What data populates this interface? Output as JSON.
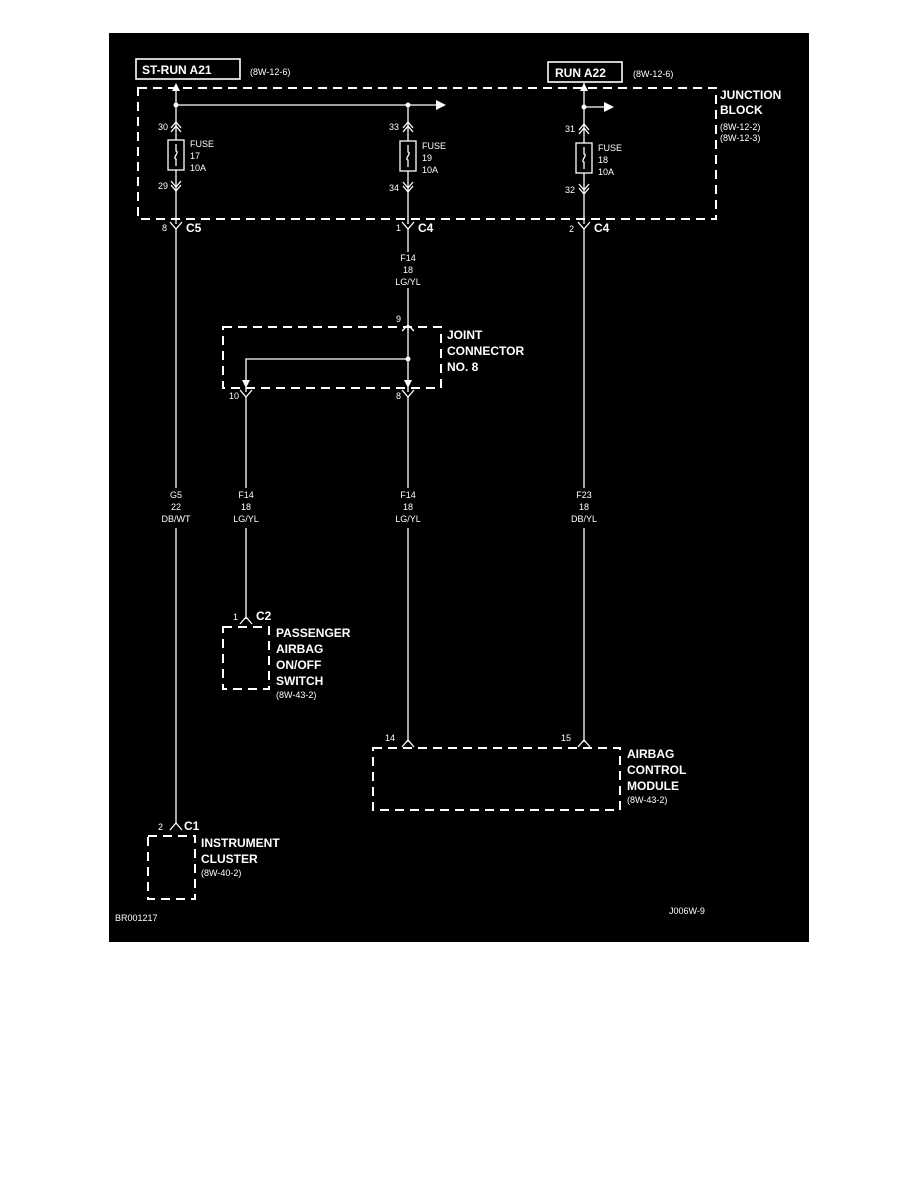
{
  "diagram": {
    "colors": {
      "background": "#000000",
      "foreground": "#ffffff",
      "page": "#ffffff"
    },
    "circuits": {
      "st_run": {
        "name": "ST-RUN A21",
        "ref": "(8W-12-6)"
      },
      "run": {
        "name": "RUN A22",
        "ref": "(8W-12-6)"
      }
    },
    "junction_block": {
      "title_line1": "JUNCTION",
      "title_line2": "BLOCK",
      "ref1": "(8W-12-2)",
      "ref2": "(8W-12-3)"
    },
    "fuses": [
      {
        "word": "FUSE",
        "number": "17",
        "rating": "10A",
        "pin_in": "30",
        "pin_out": "29",
        "connector_pin": "8",
        "connector": "C5"
      },
      {
        "word": "FUSE",
        "number": "19",
        "rating": "10A",
        "pin_in": "33",
        "pin_out": "34",
        "connector_pin": "1",
        "connector": "C4"
      },
      {
        "word": "FUSE",
        "number": "18",
        "rating": "10A",
        "pin_in": "31",
        "pin_out": "32",
        "connector_pin": "2",
        "connector": "C4"
      }
    ],
    "wires": {
      "f14_upper": {
        "circuit": "F14",
        "gauge": "18",
        "color": "LG/YL"
      },
      "g5": {
        "circuit": "G5",
        "gauge": "22",
        "color": "DB/WT"
      },
      "f14_left": {
        "circuit": "F14",
        "gauge": "18",
        "color": "LG/YL"
      },
      "f14_right": {
        "circuit": "F14",
        "gauge": "18",
        "color": "LG/YL"
      },
      "f23": {
        "circuit": "F23",
        "gauge": "18",
        "color": "DB/YL"
      }
    },
    "joint_connector": {
      "line1": "JOINT",
      "line2": "CONNECTOR",
      "line3": "NO. 8",
      "pin_in": "9",
      "pin_out_left": "10",
      "pin_out_right": "8"
    },
    "passenger_switch": {
      "pin": "1",
      "connector": "C2",
      "line1": "PASSENGER",
      "line2": "AIRBAG",
      "line3": "ON/OFF",
      "line4": "SWITCH",
      "ref": "(8W-43-2)"
    },
    "airbag_module": {
      "pin_left": "14",
      "pin_right": "15",
      "line1": "AIRBAG",
      "line2": "CONTROL",
      "line3": "MODULE",
      "ref": "(8W-43-2)"
    },
    "instrument_cluster": {
      "pin": "2",
      "connector": "C1",
      "line1": "INSTRUMENT",
      "line2": "CLUSTER",
      "ref": "(8W-40-2)"
    },
    "footer": {
      "left_code": "BR001217",
      "right_code": "J006W-9"
    }
  }
}
